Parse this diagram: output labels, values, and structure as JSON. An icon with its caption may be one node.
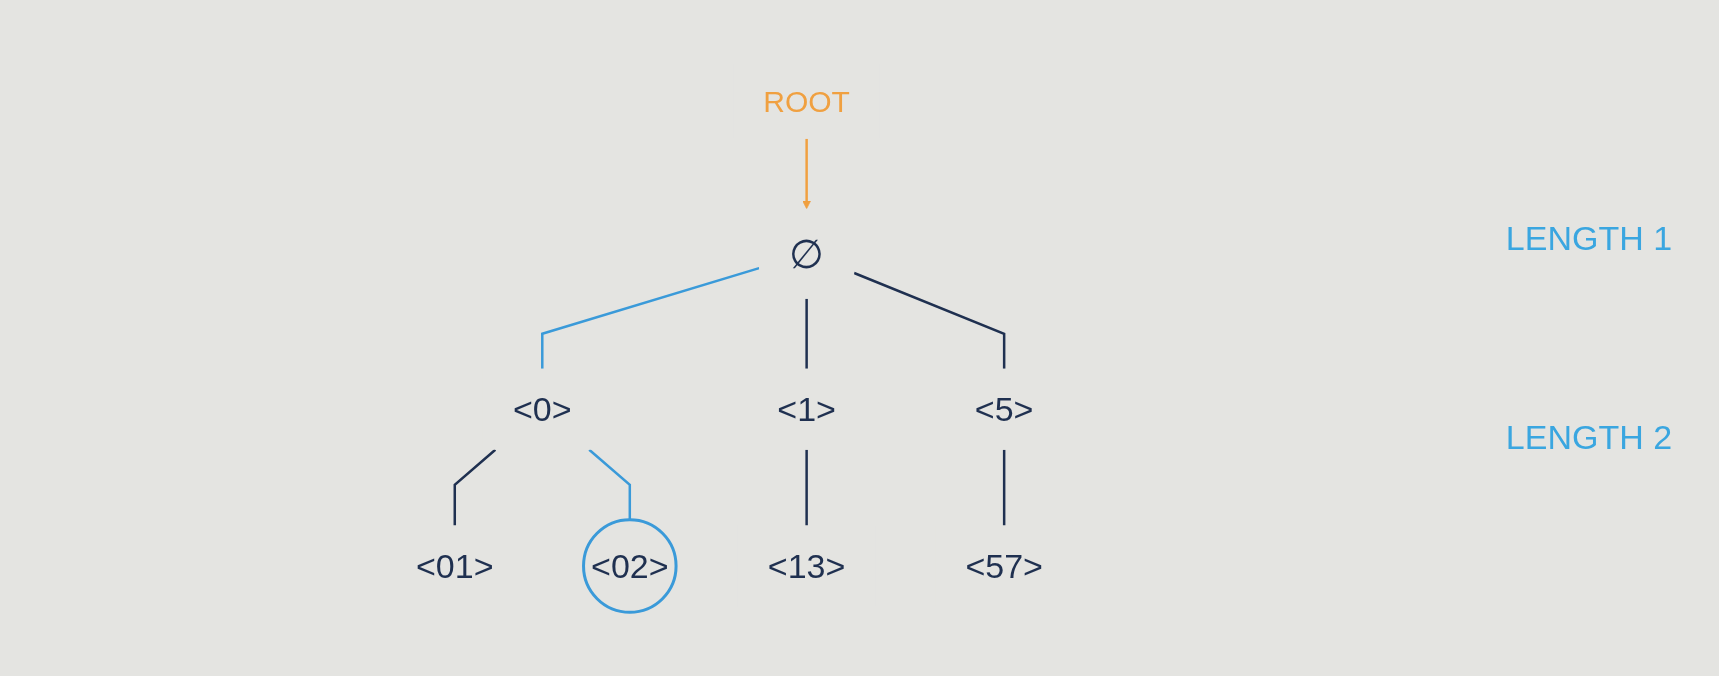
{
  "diagram": {
    "nodes": [
      {
        "text": [
          "∅"
        ]
      },
      {
        "text": [
          "ROOT"
        ]
      },
      {
        "text": [
          "<0>"
        ]
      },
      {
        "text": [
          "<1>"
        ]
      },
      {
        "text": [
          "<5>"
        ]
      },
      {
        "text": [
          "<01>"
        ]
      },
      {
        "text": [
          "<02>"
        ]
      },
      {
        "text": [
          "<13>"
        ]
      },
      {
        "text": [
          "<57>"
        ]
      }
    ],
    "edges": [
      {
        "from": 1,
        "to": 0,
        "arrow": "to",
        "color": "#f0a040"
      },
      {
        "from": 0,
        "to": 2,
        "arrow": "none",
        "color": "#3a9ad9"
      },
      {
        "from": 0,
        "to": 3,
        "arrow": "none"
      },
      {
        "from": 0,
        "to": 4,
        "arrow": "none"
      },
      {
        "from": 2,
        "to": 5,
        "arrow": "none"
      },
      {
        "from": 2,
        "to": 6,
        "arrow": "none",
        "color": "#3a9ad9"
      },
      {
        "from": 3,
        "to": 7,
        "arrow": "none"
      },
      {
        "from": 4,
        "to": 8,
        "arrow": "none"
      }
    ],
    "labels": [
      "LENGTH 1",
      "LENGTH 2"
    ]
  }
}
